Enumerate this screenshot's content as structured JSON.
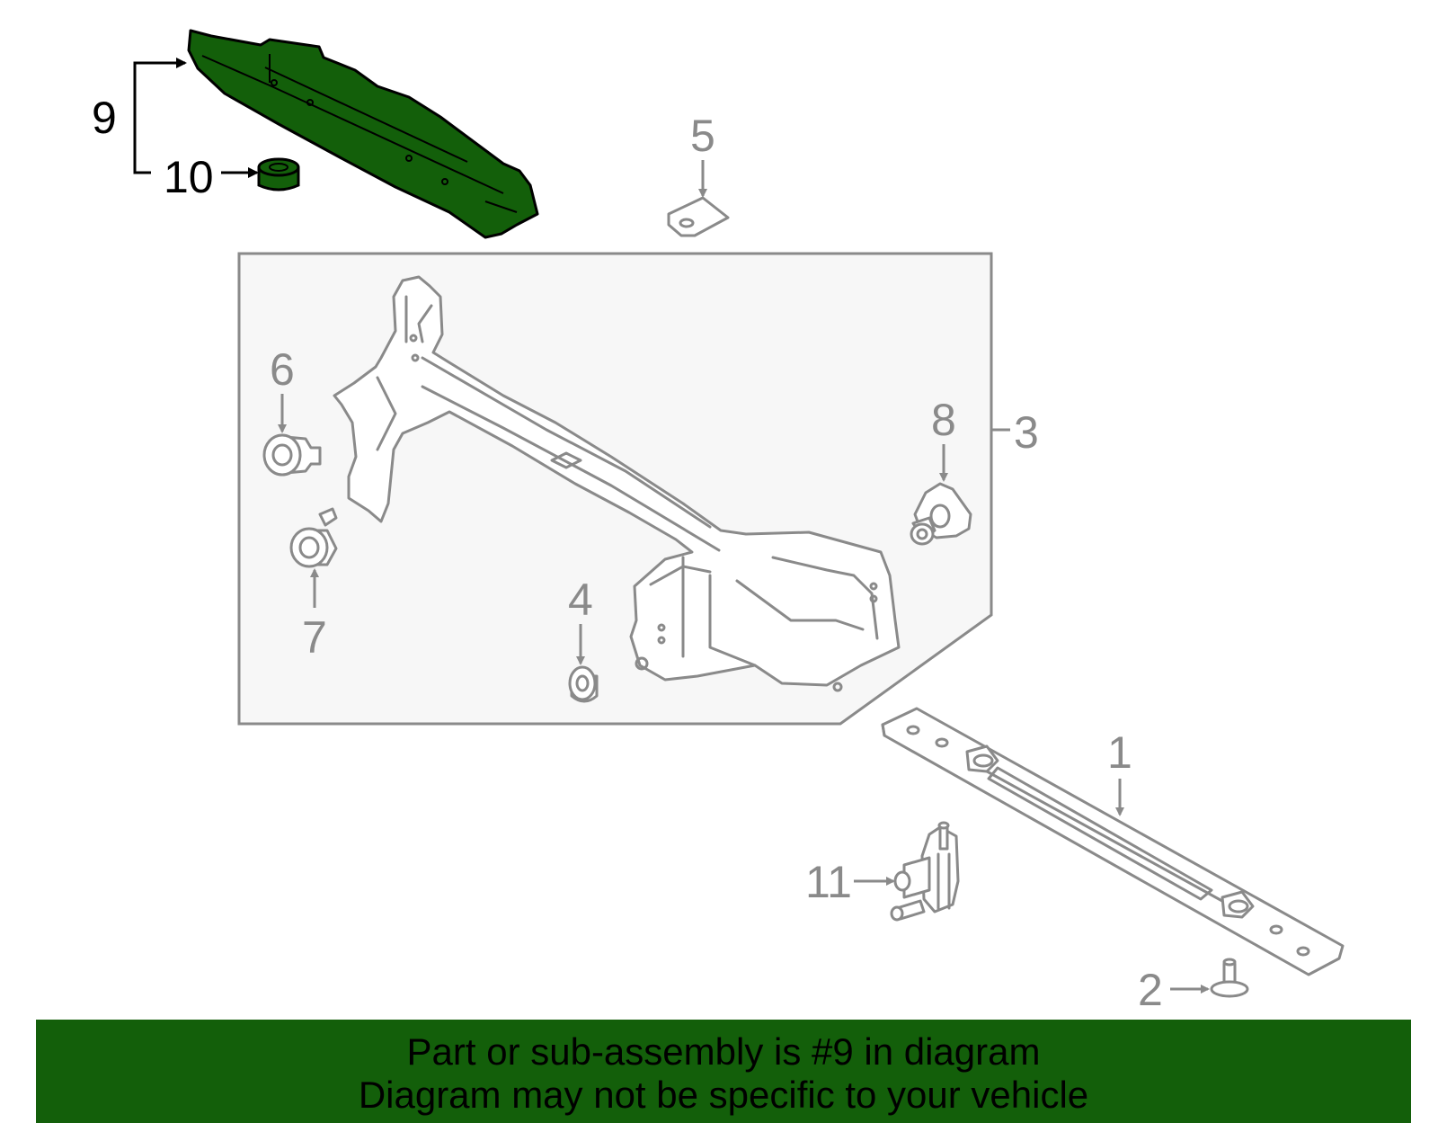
{
  "callouts": {
    "c1": "1",
    "c2": "2",
    "c3": "3",
    "c4": "4",
    "c5": "5",
    "c6": "6",
    "c7": "7",
    "c8": "8",
    "c9": "9",
    "c10": "10",
    "c11": "11"
  },
  "highlight": {
    "part_number": "9",
    "color": "#135f0a"
  },
  "colors": {
    "line": "#8a8a8a",
    "box_fill": "#f7f7f7",
    "highlight_fill": "#135f0a"
  },
  "banner": {
    "line1": "Part or sub-assembly is #9 in diagram",
    "line2": "Diagram may not be specific to your vehicle"
  }
}
